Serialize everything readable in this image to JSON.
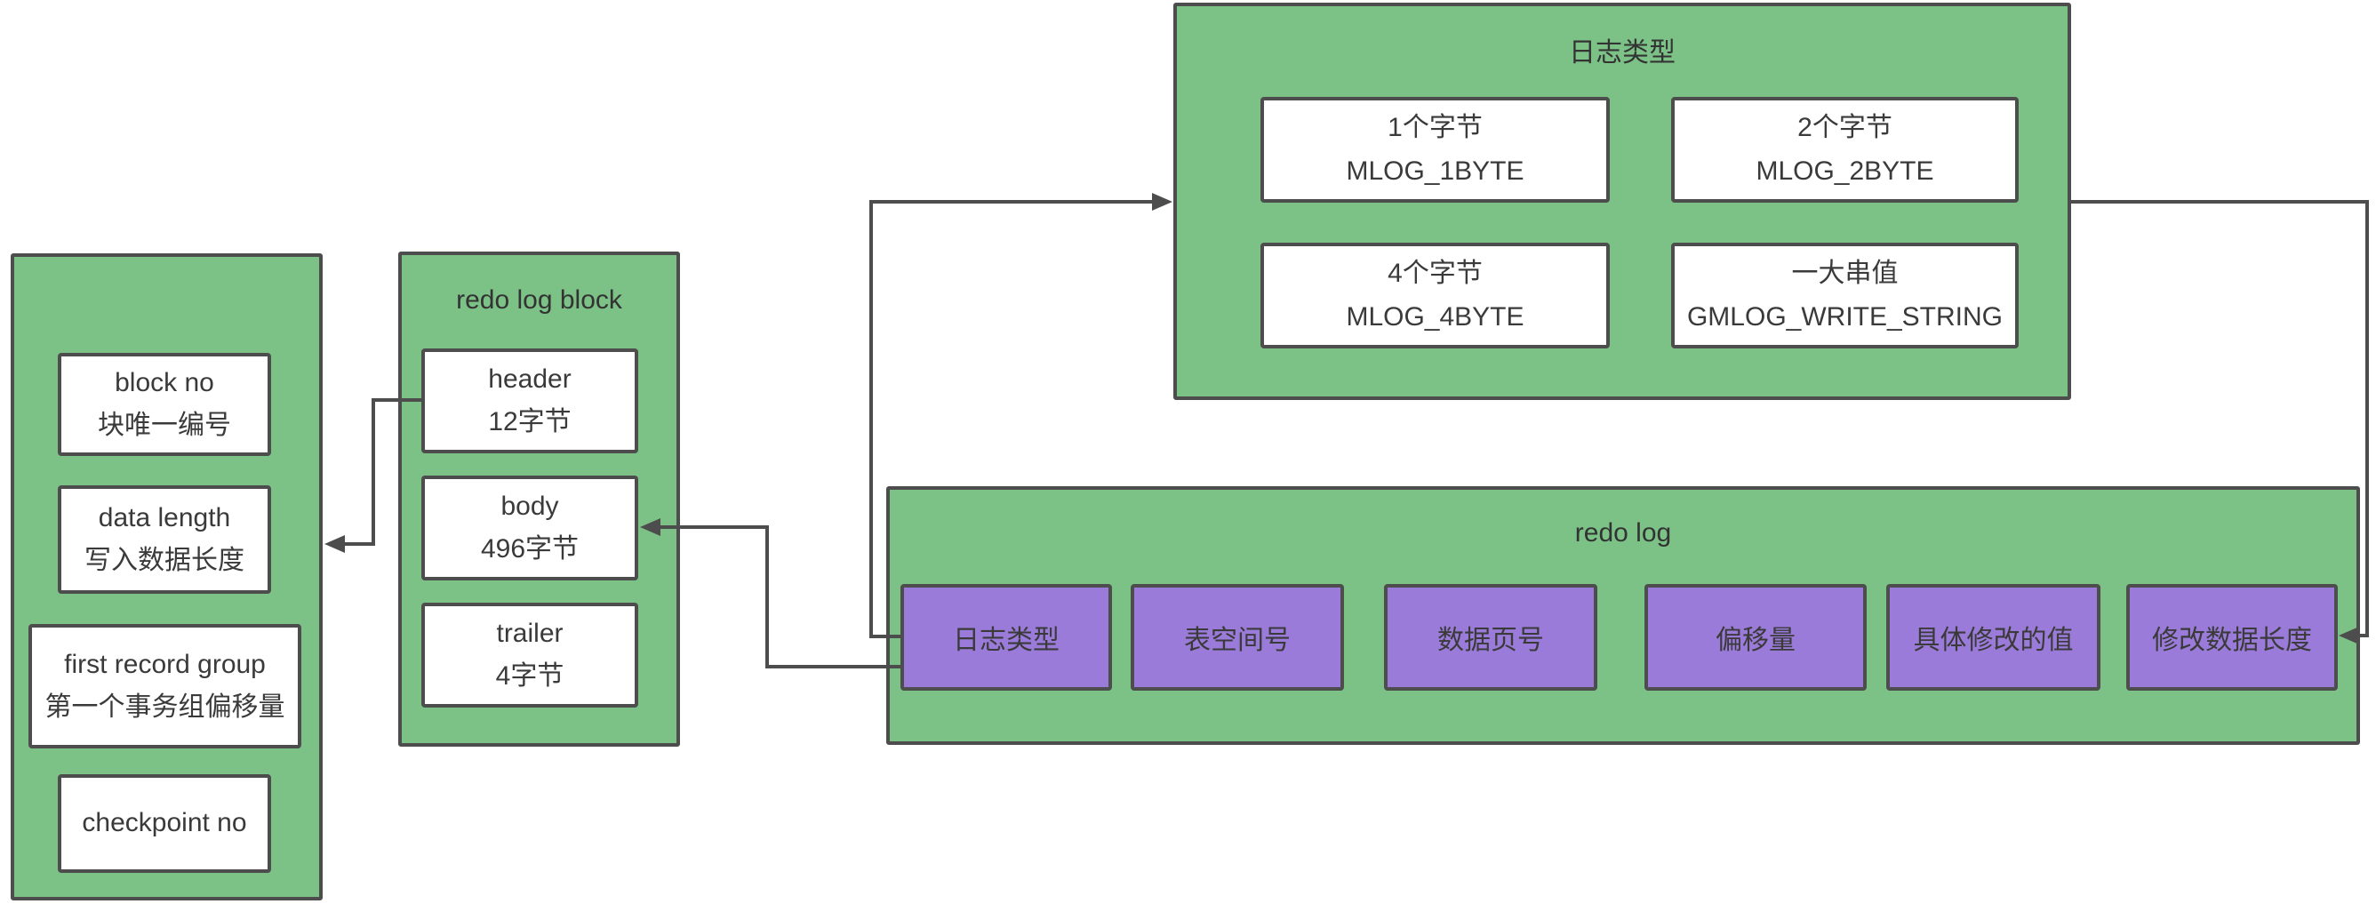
{
  "diagram": {
    "background": "#FFFFFF",
    "colors": {
      "container_fill": "#7CC287",
      "container_border": "#4D4D4D",
      "node_fill": "#FFFFFF",
      "node_border": "#4D4D4D",
      "field_fill": "#9B7BD9",
      "connector": "#4D4D4D",
      "title_text": "#333333",
      "node_text": "#3A3A3A"
    },
    "block_detail": {
      "nodes": [
        {
          "line1": "block no",
          "line2": "块唯一编号"
        },
        {
          "line1": "data length",
          "line2": "写入数据长度"
        },
        {
          "line1": "first record group",
          "line2": "第一个事务组偏移量"
        },
        {
          "line1": "checkpoint no"
        }
      ]
    },
    "redo_log_block": {
      "title": "redo log block",
      "nodes": [
        {
          "line1": "header",
          "line2": "12字节"
        },
        {
          "line1": "body",
          "line2": "496字节"
        },
        {
          "line1": "trailer",
          "line2": "4字节"
        }
      ]
    },
    "log_types": {
      "title": "日志类型",
      "nodes": [
        {
          "line1": "1个字节",
          "line2": "MLOG_1BYTE"
        },
        {
          "line1": "2个字节",
          "line2": "MLOG_2BYTE"
        },
        {
          "line1": "4个字节",
          "line2": "MLOG_4BYTE"
        },
        {
          "line1": "一大串值",
          "line2": "GMLOG_WRITE_STRING"
        }
      ]
    },
    "redo_log": {
      "title": "redo log",
      "fields": [
        "日志类型",
        "表空间号",
        "数据页号",
        "偏移量",
        "具体修改的值",
        "修改数据长度"
      ]
    },
    "connectors": [
      {
        "from": "header",
        "to": "block-detail-panel"
      },
      {
        "from": "redo-log-field-log-type",
        "to": "body"
      },
      {
        "from": "redo-log-field-log-type",
        "to": "log-types-panel"
      },
      {
        "from": "log-types-panel",
        "to": "redo-log-field-modified-data-length"
      }
    ]
  }
}
